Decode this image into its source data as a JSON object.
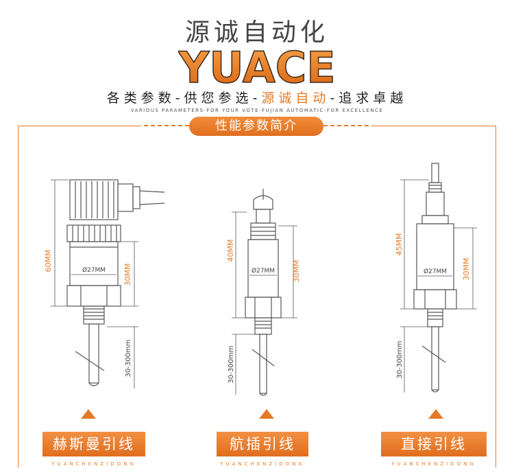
{
  "header": {
    "brand_cn": "源诚自动化",
    "logo_text": "YUACE",
    "slogan_part1": "各类参数-供您参选-",
    "slogan_highlight": "源诚自动",
    "slogan_part2": "-追求卓越",
    "slogan_en": "VARIOUS PARAMETERS-FOR YOUR VOTE-FUJIAN AUTOMATIC-FOR EXCELLENCE"
  },
  "section": {
    "title": "性能参数简介"
  },
  "colors": {
    "accent": "#e57a26",
    "line": "#555555"
  },
  "products": [
    {
      "name": "赫斯曼引线",
      "sub": "YUANCHENZIDONG",
      "dim_total": "60MM",
      "dim_body": "30MM",
      "dim_diameter": "Ø27MM",
      "dim_probe": "30-300mm"
    },
    {
      "name": "航插引线",
      "sub": "YUANCHENZIDONG",
      "dim_total": "40MM",
      "dim_body": "30MM",
      "dim_diameter": "Ø27MM",
      "dim_probe": "30-300mm"
    },
    {
      "name": "直接引线",
      "sub": "YUANCHENZIDONG",
      "dim_total": "45MM",
      "dim_body": "30MM",
      "dim_diameter": "Ø27MM",
      "dim_probe": "30-300mm"
    }
  ]
}
